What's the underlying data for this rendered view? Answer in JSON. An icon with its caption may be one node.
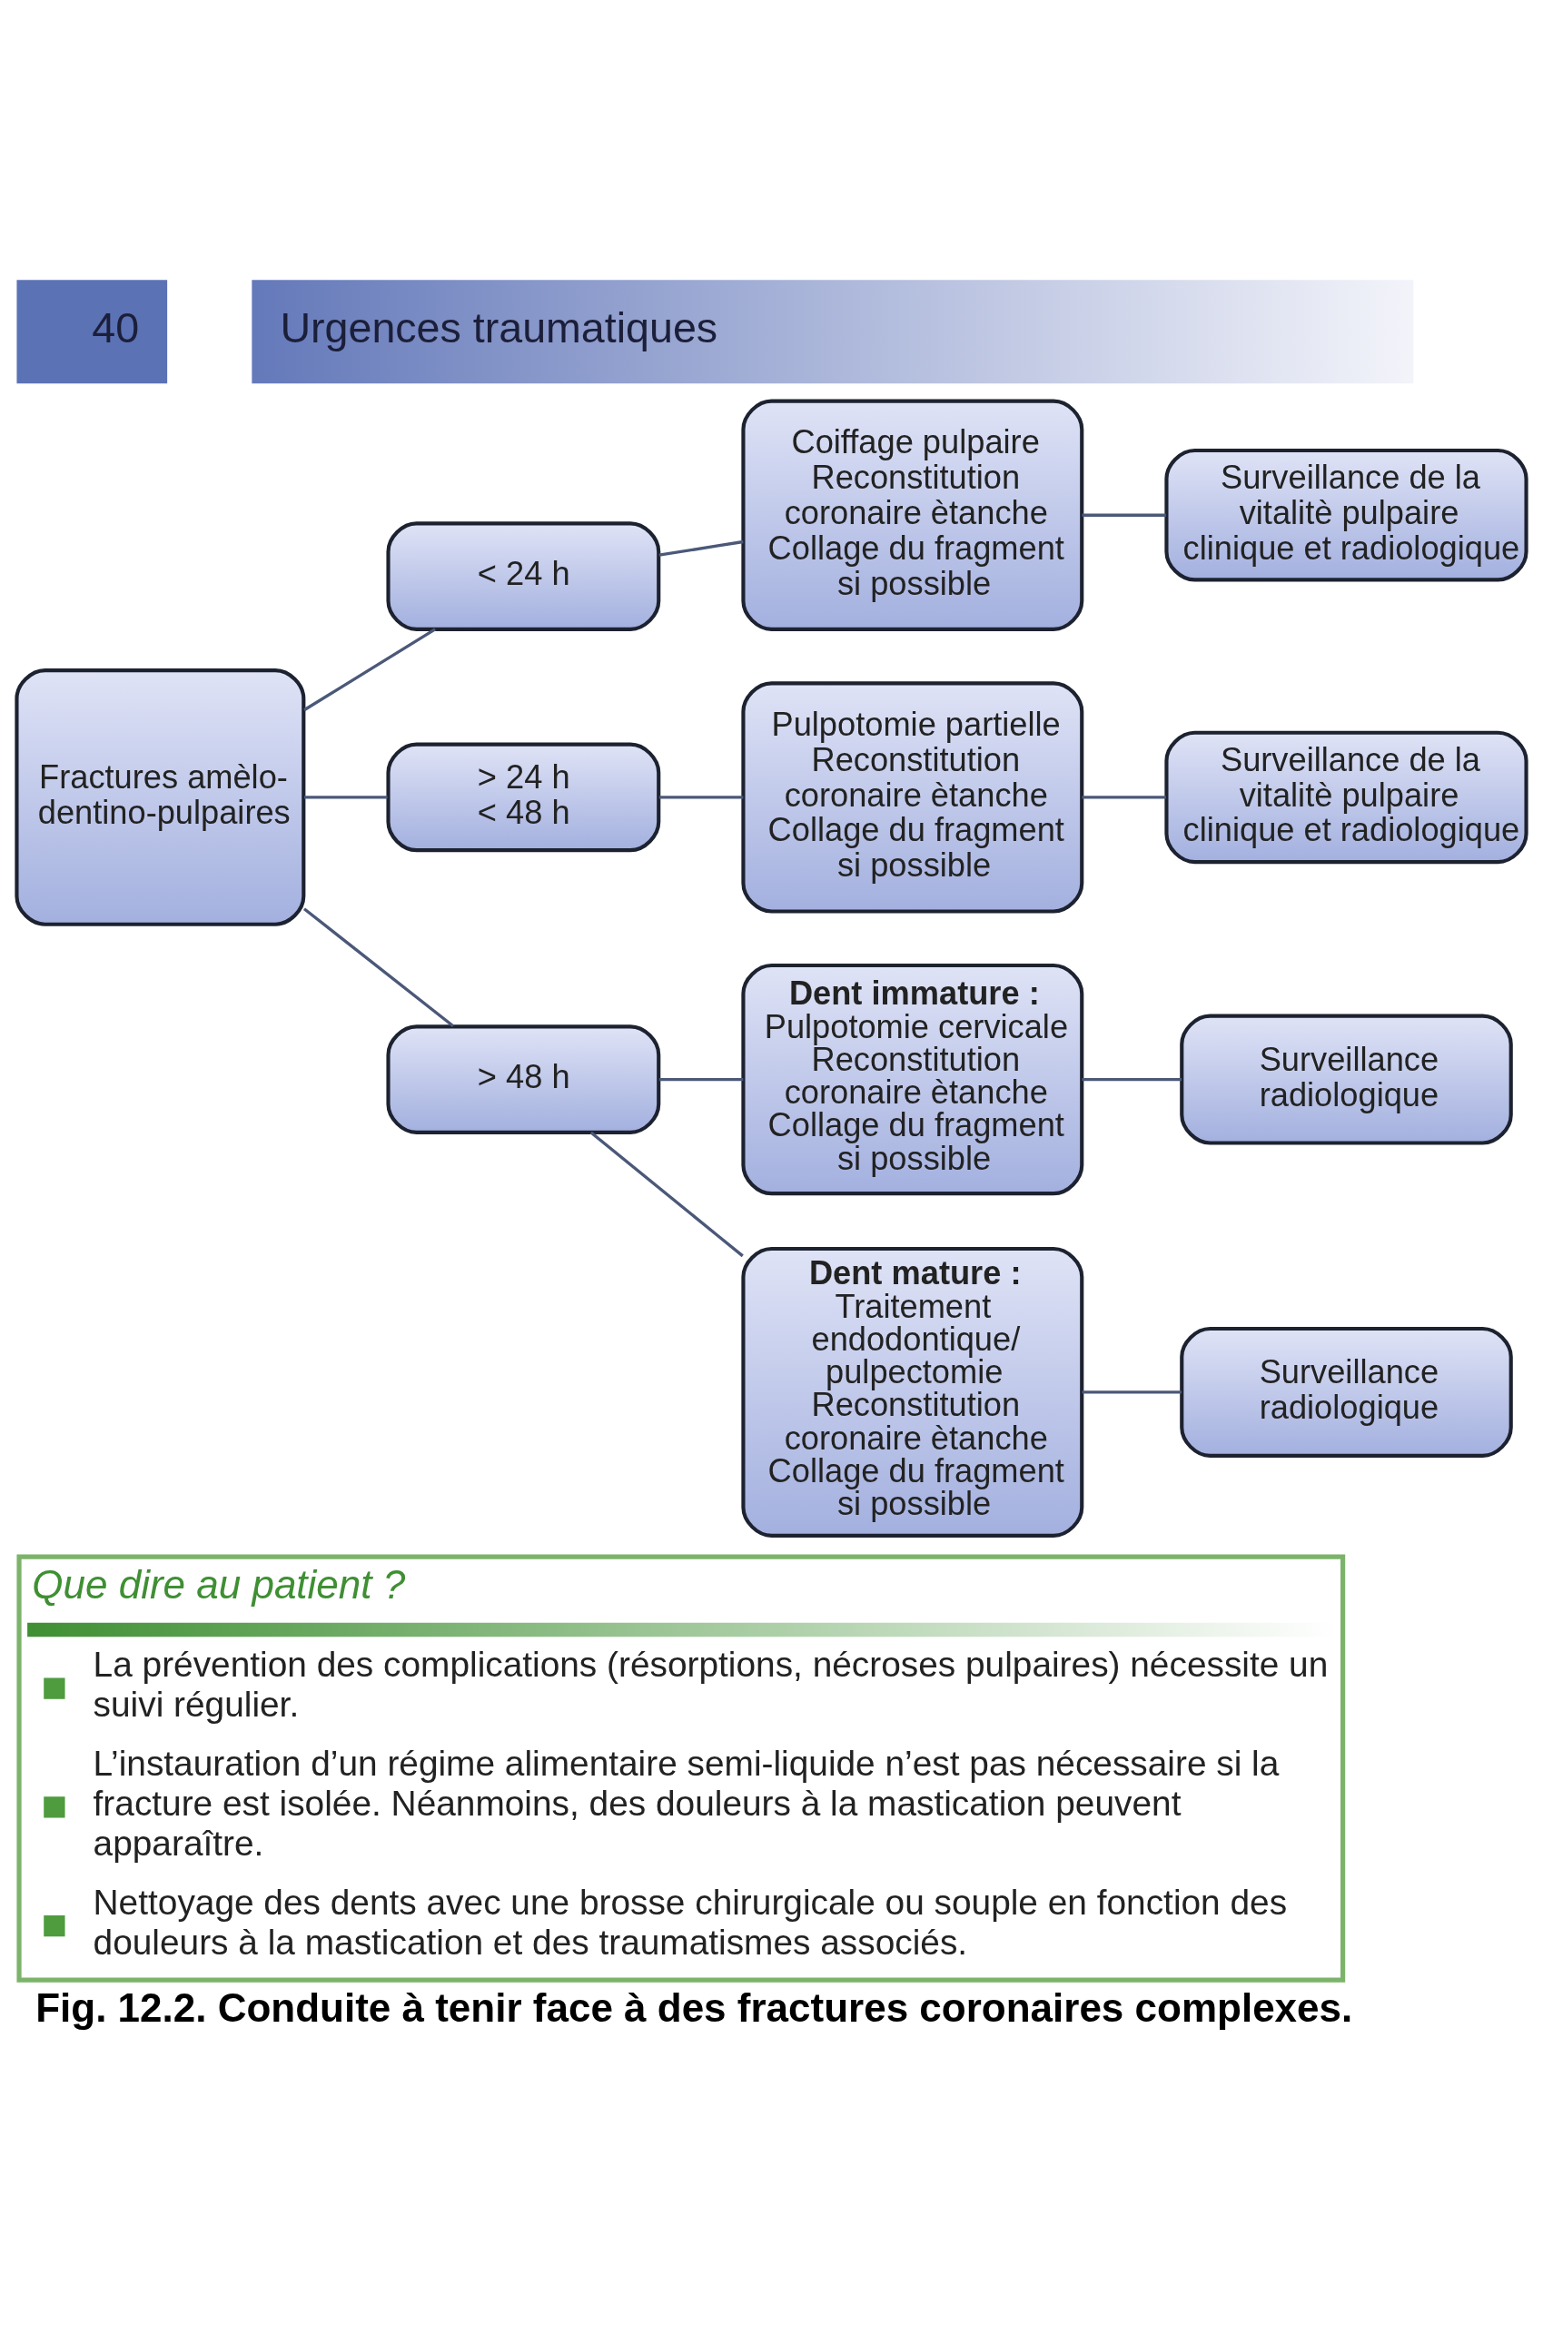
{
  "diagram": {
    "caption": "Fig. 12.2. Conduite à tenir face à des fractures coronaires complexes.",
    "nodes": [
      {
        "text": [
          "Fractures amèlo-dentino-pulpaires"
        ]
      },
      {
        "text": [
          "< 24 h"
        ]
      },
      {
        "text": [
          "Coiffage pulpaire",
          "Reconstitution coronaire ètanche",
          "Collage du fragment si possible"
        ]
      },
      {
        "text": [
          "Surveillance de la vitalitè pulpaire clinique et radiologique"
        ]
      },
      {
        "text": [
          "> 24 h",
          "< 48 h"
        ]
      },
      {
        "text": [
          "Pulpotomie partielle",
          "Reconstitution coronaire ètanche",
          "Collage du fragment si possible"
        ]
      },
      {
        "text": [
          "Surveillance de la vitalitè pulpaire clinique et radiologique"
        ]
      },
      {
        "text": [
          "> 48 h"
        ]
      },
      {
        "text": [
          "Dent immature :",
          "Pulpotomie cervicale",
          "Reconstitution coronaire ètanche",
          "Collage du fragment si possible"
        ]
      },
      {
        "text": [
          "Surveillance radiologique"
        ]
      },
      {
        "text": [
          "Dent mature :",
          "Traitement endodontique/ pulpectomie",
          "Reconstitution coronaire ètanche",
          "Collage du fragment si possible"
        ]
      },
      {
        "text": [
          "Surveillance radiologique"
        ]
      },
      {
        "text": [
          "Que dire au patient ?",
          "La prévention des complications (résorptions, nécroses pulpaires) nécessite un suivi régulier.",
          "L’instauration d’un régime alimentaire semi-liquide n’est pas nécessaire si la fracture est isolée. Néanmoins, des douleurs à la mastication peuvent apparaître.",
          "Nettoyage des dents avec une brosse chirurgicale ou souple en fonction des douleurs à la mastication et des traumatismes associés."
        ]
      }
    ],
    "edges": [
      {
        "from": 0,
        "to": 1,
        "arrow": "none"
      },
      {
        "from": 0,
        "to": 4,
        "arrow": "none"
      },
      {
        "from": 0,
        "to": 7,
        "arrow": "none"
      },
      {
        "from": 1,
        "to": 2,
        "arrow": "none"
      },
      {
        "from": 2,
        "to": 3,
        "arrow": "none"
      },
      {
        "from": 4,
        "to": 5,
        "arrow": "none"
      },
      {
        "from": 5,
        "to": 6,
        "arrow": "none"
      },
      {
        "from": 7,
        "to": 8,
        "arrow": "none"
      },
      {
        "from": 7,
        "to": 10,
        "arrow": "none"
      },
      {
        "from": 8,
        "to": 9,
        "arrow": "none"
      },
      {
        "from": 10,
        "to": 11,
        "arrow": "none"
      }
    ],
    "labels": [
      "40",
      "Urgences traumatiques"
    ]
  }
}
